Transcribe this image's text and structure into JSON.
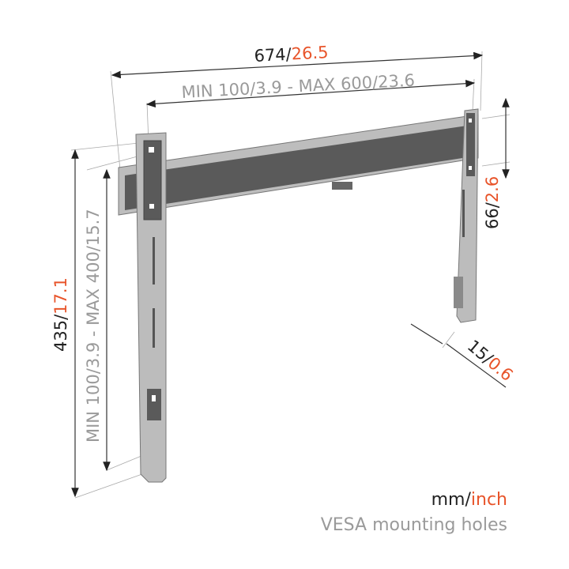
{
  "dimensions": {
    "width": {
      "mm": "674",
      "inch": "26.5"
    },
    "vesa_horizontal": "MIN 100/3.9 - MAX 600/23.6",
    "height": {
      "mm": "435",
      "inch": "17.1"
    },
    "vesa_vertical": "MIN 100/3.9 - MAX 400/15.7",
    "bar_height": {
      "mm": "66",
      "inch": "2.6"
    },
    "depth": {
      "mm": "15",
      "inch": "0.6"
    },
    "separator": "/"
  },
  "legend": {
    "units_mm": "mm",
    "separator": "/",
    "units_inch": "inch",
    "note": "VESA mounting holes"
  },
  "colors": {
    "accent": "#e8542a",
    "gray_text": "#9a9a9a",
    "bar": "#5a5a5a",
    "frame": "#b5b5b5"
  }
}
